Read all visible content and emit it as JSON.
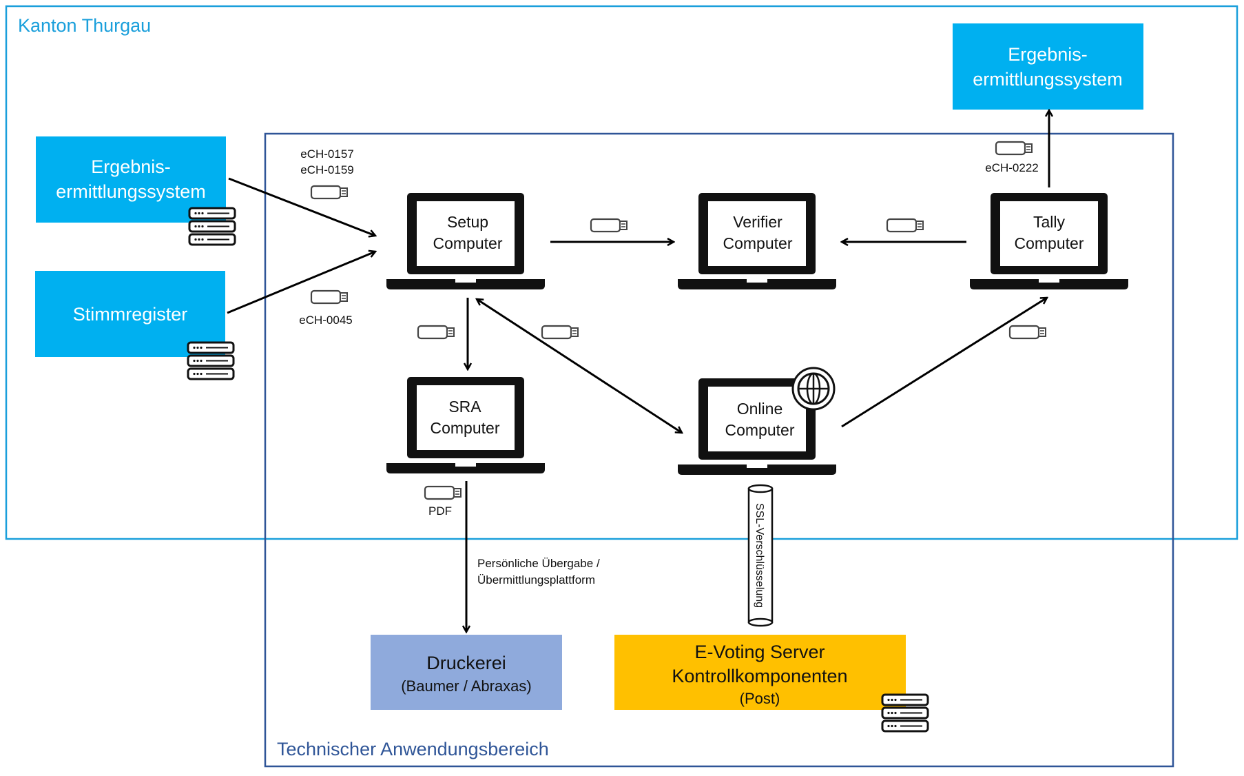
{
  "regions": {
    "canton": "Kanton Thurgau",
    "technical": "Technischer Anwendungsbereich"
  },
  "external_systems": {
    "result_system_left": [
      "Ergebnis-",
      "ermittlungssystem"
    ],
    "voter_register": "Stimmregister",
    "result_system_top": [
      "Ergebnis-",
      "ermittlungssystem"
    ]
  },
  "computers": {
    "setup": [
      "Setup",
      "Computer"
    ],
    "verifier": [
      "Verifier",
      "Computer"
    ],
    "tally": [
      "Tally",
      "Computer"
    ],
    "sra": [
      "SRA",
      "Computer"
    ],
    "online": [
      "Online",
      "Computer"
    ]
  },
  "labels": {
    "ech_0157": "eCH-0157",
    "ech_0159": "eCH-0159",
    "ech_0045": "eCH-0045",
    "ech_0222": "eCH-0222",
    "pdf": "PDF",
    "handover": [
      "Persönliche Übergabe /",
      "Übermittlungsplattform"
    ],
    "ssl": "SSL-Verschlüsselung"
  },
  "printer": {
    "title": "Druckerei",
    "subtitle": "(Baumer / Abraxas)"
  },
  "server": {
    "line1": "E-Voting Server",
    "line2": "Kontrollkomponenten",
    "line3": "(Post)"
  },
  "icons": {
    "usb": "usb-stick-icon",
    "server": "server-rack-icon",
    "globe": "globe-icon",
    "laptop": "laptop-icon"
  },
  "colors": {
    "canton_border": "#1a9fdb",
    "technical_border": "#2f5597",
    "external_box": "#00b0f0",
    "printer_box": "#8faadc",
    "server_box": "#ffc000"
  }
}
